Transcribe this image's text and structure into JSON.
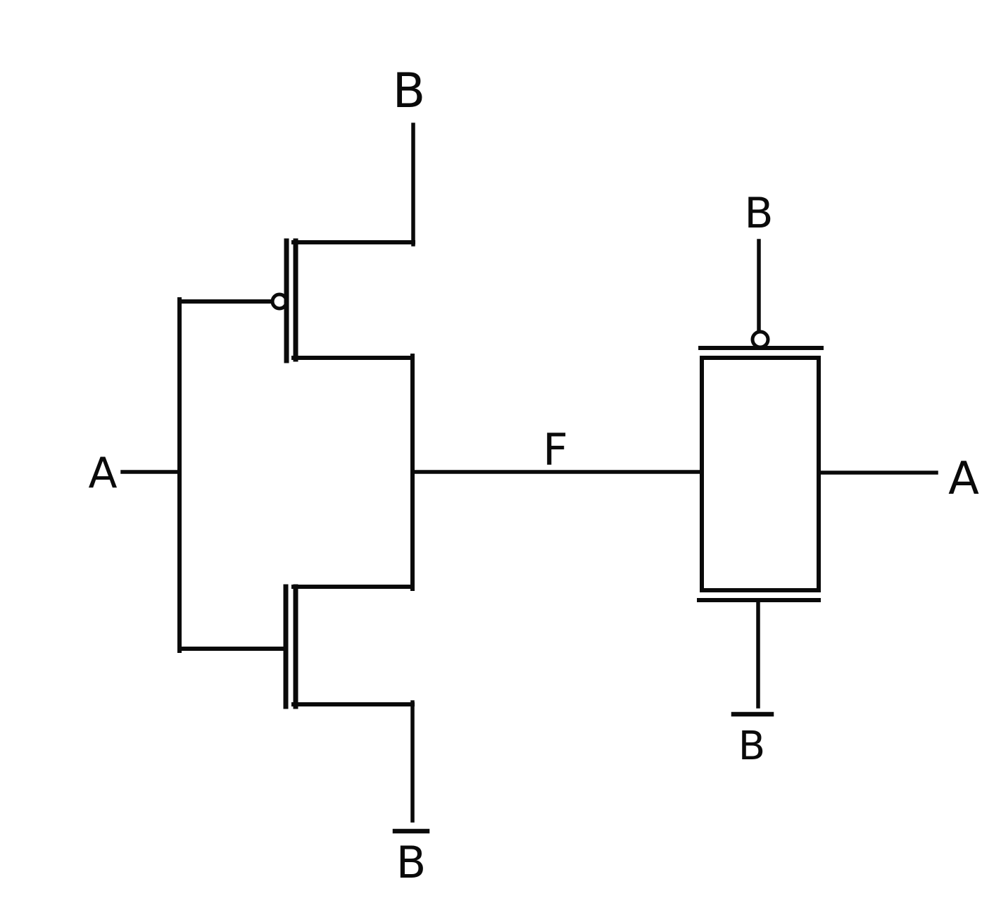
{
  "canvas": {
    "background": "#ffffff",
    "ink_color": "#0a0a0a"
  },
  "left_circuit": {
    "kind": "cmos-transmission-gate-transistor-level",
    "input_label": "A",
    "pmos_rail_label": "B",
    "nmos_rail_label": "B",
    "nmos_rail_overline": true,
    "output_label": "F"
  },
  "right_circuit": {
    "kind": "transmission-gate-symbol",
    "top_control_label": "B",
    "bottom_control_label": "B",
    "bottom_control_overline": true,
    "output_label": "A"
  }
}
